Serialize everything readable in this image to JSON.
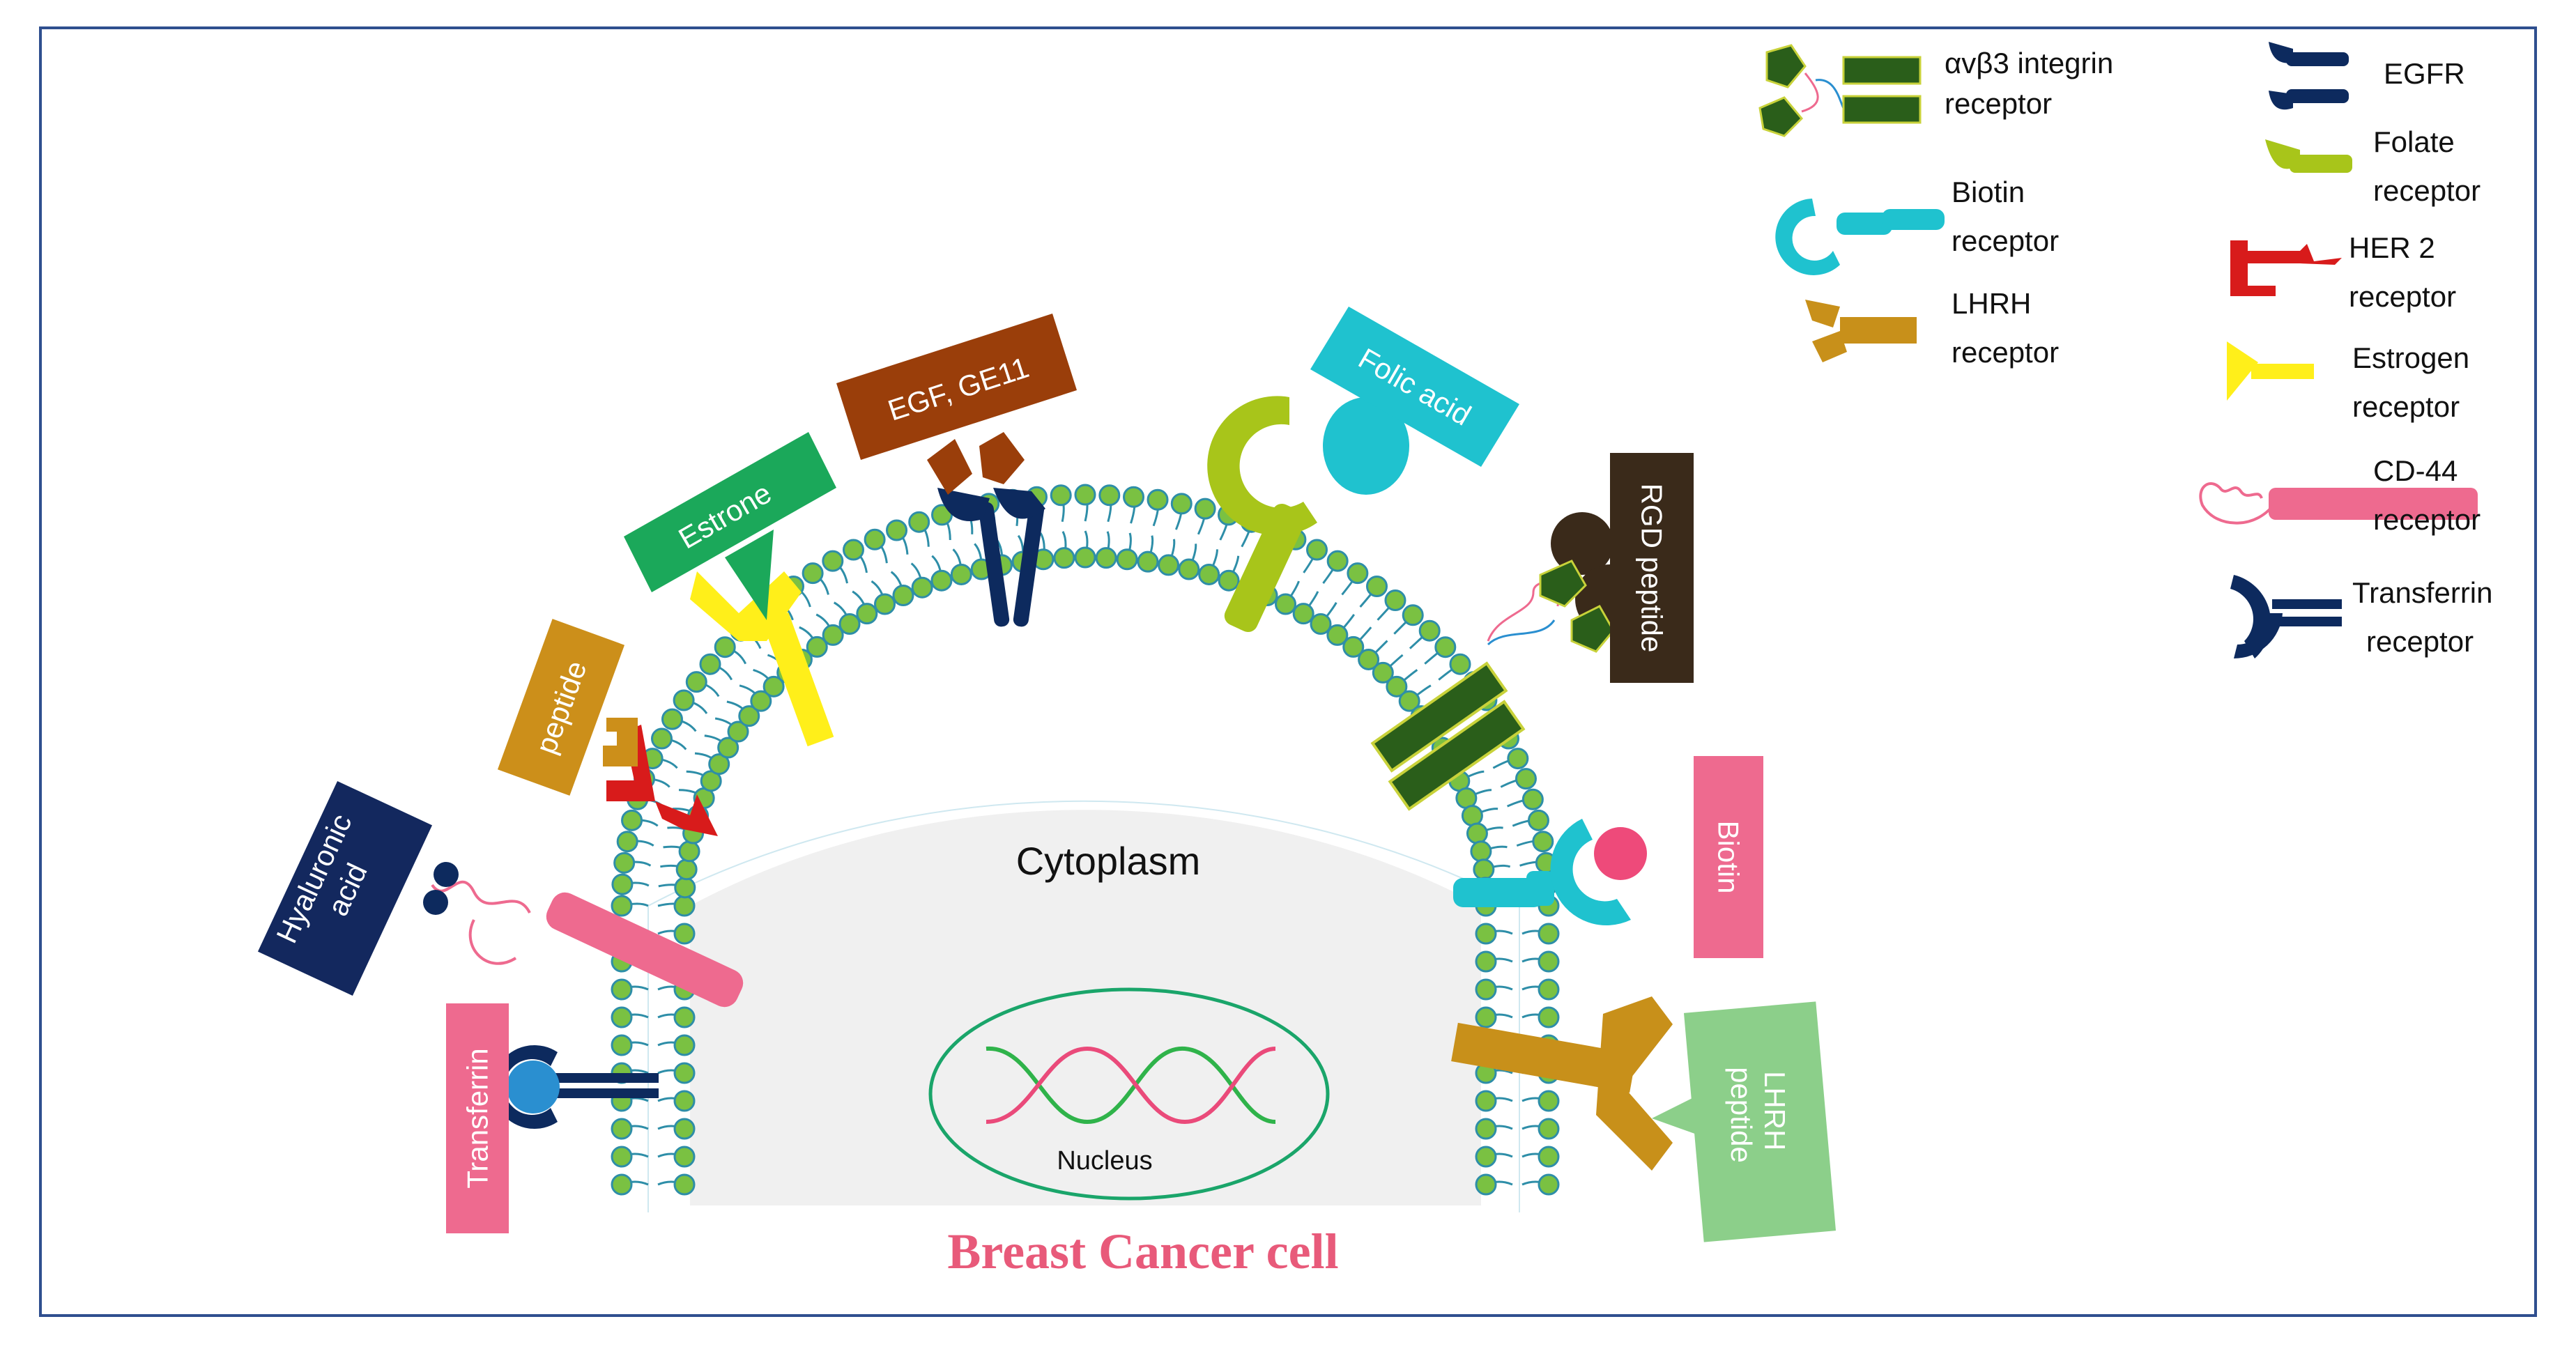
{
  "diagram": {
    "title": "Breast Cancer cell",
    "cytoplasm_label": "Cytoplasm",
    "nucleus_label": "Nucleus",
    "ligands": {
      "hyaluronic_acid": "Hyaluronic acid",
      "transferrin": "Transferrin",
      "peptide": "peptide",
      "estrone": "Estrone",
      "egf_ge11": "EGF, GE11",
      "folic_acid": "Folic acid",
      "rgd_peptide": "RGD peptide",
      "biotin": "Biotin",
      "lhrh_peptide": "LHRH peptide"
    },
    "colors": {
      "membrane_head": "#7ac142",
      "membrane_head_stroke": "#2e8ea8",
      "tail": "#2e8ea8",
      "cytoplasm": "#f0f0f0",
      "title": "#e85a7a",
      "frame": "#2f4f8f"
    }
  },
  "legend": {
    "integrin": "αvβ3 integrin receptor",
    "egfr": "EGFR",
    "biotin": "Biotin receptor",
    "folate": "Folate receptor",
    "lhrh": "LHRH receptor",
    "her2": "HER 2 receptor",
    "estrogen": "Estrogen receptor",
    "cd44": "CD-44 receptor",
    "transferrin": "Transferrin receptor"
  }
}
